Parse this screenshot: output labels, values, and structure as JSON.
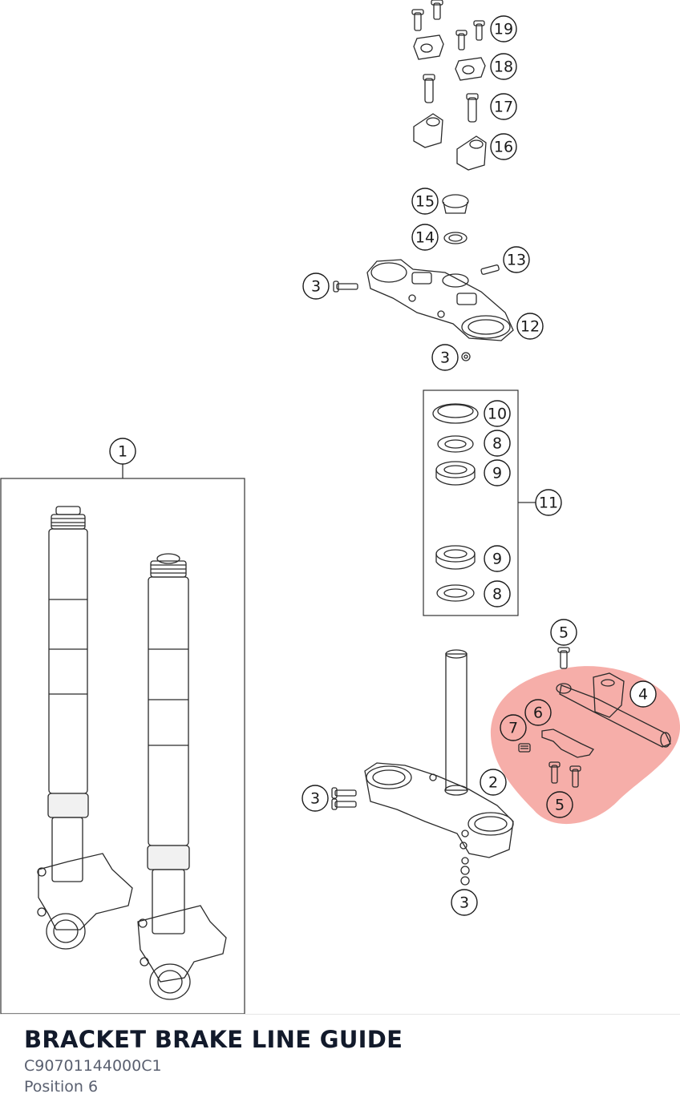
{
  "diagram": {
    "callouts": [
      "1",
      "2",
      "3",
      "3",
      "3",
      "3",
      "4",
      "5",
      "5",
      "6",
      "7",
      "8",
      "8",
      "9",
      "9",
      "10",
      "11",
      "12",
      "13",
      "14",
      "15",
      "16",
      "17",
      "18",
      "19"
    ],
    "highlight_color": "#f4a09a"
  },
  "footer": {
    "title": "BRACKET BRAKE LINE GUIDE",
    "part_number": "C90701144000C1",
    "position": "Position 6"
  }
}
